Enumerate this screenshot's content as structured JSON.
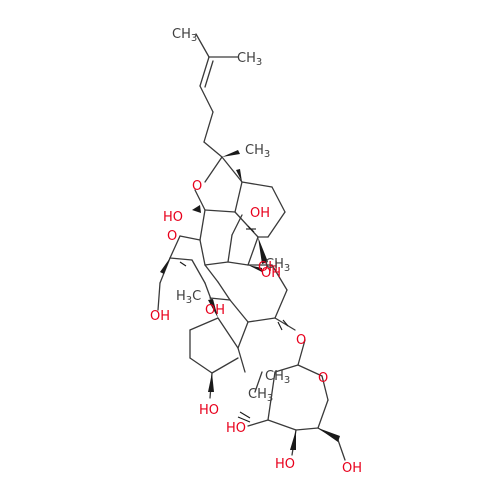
{
  "colors": {
    "background": "#ffffff",
    "bond": "#3a3a3a",
    "carbon_label": "#404040",
    "oxygen_label": "#e8001c"
  },
  "labels": {
    "methyl_top_left": "CH3",
    "methyl_top_right": "CH3",
    "methyl_side_chain": "CH3",
    "ring_oxygen_left": "O",
    "hydroxyl_1": "HO",
    "hydroxyl_2": "OH",
    "ring_oxygen_sugar1": "O",
    "hydroxyl_3": "OH",
    "hydroxyl_4": "OH",
    "methyl_core_right": "CH3",
    "methyl_core_left": "H3C",
    "hydroxyl_5": "OH",
    "hydroxyl_6": "OH",
    "glycoside_oxygen": "O",
    "methyl_core_lower": "CH3",
    "ring_oxygen_sugar2": "O",
    "methyl_core_bottom": "CH3",
    "hydroxyl_7": "HO",
    "hydroxyl_8": "HO",
    "hydroxyl_9": "HO",
    "hydroxyl_10": "OH"
  }
}
